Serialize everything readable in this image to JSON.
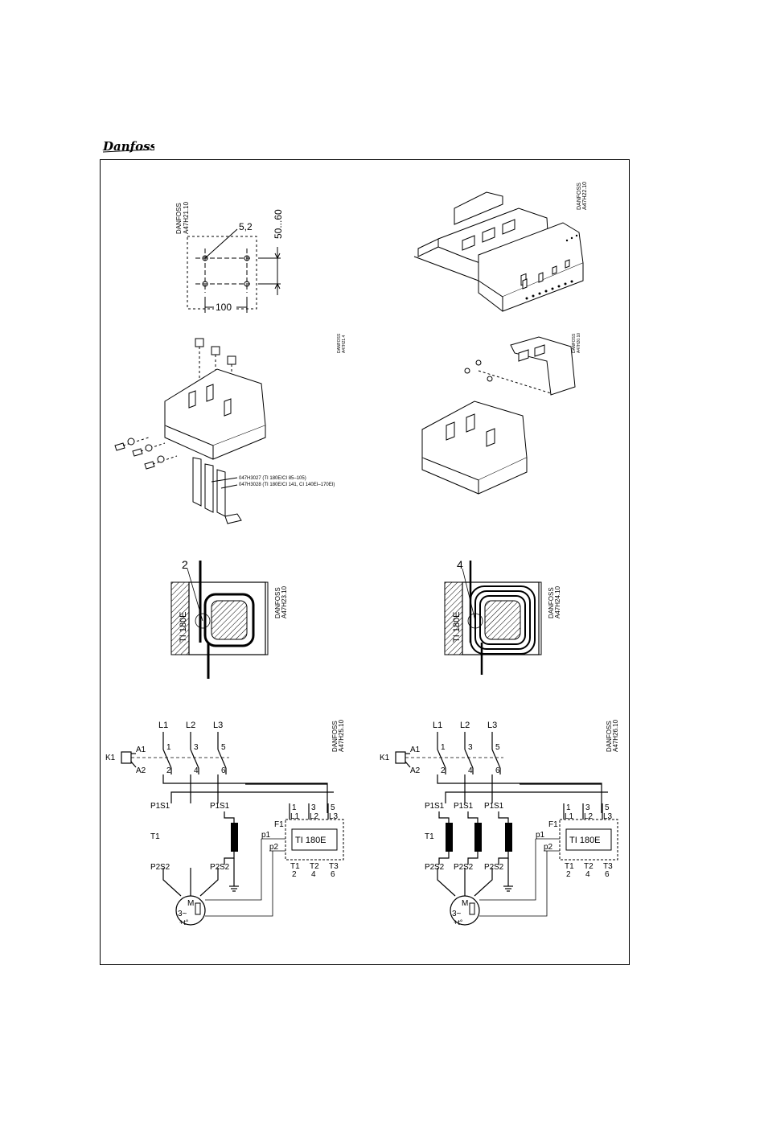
{
  "logo": {
    "text": "Danfoss"
  },
  "fig1": {
    "code": [
      "DANFOSS",
      "A47H21.10"
    ],
    "hole": "5,2",
    "vertical_spacing": "50...60",
    "horizontal_spacing": "100"
  },
  "fig2": {
    "code": [
      "DANFOSS",
      "A47H22.10"
    ]
  },
  "fig3": {
    "code": [
      "DANFOSS",
      "A47H21.4"
    ],
    "part_a": "047H3027 (TI 180E/CI 85–105)",
    "part_b": "047H3028 (TI 180E/CI 141, CI 140EI–170EI)"
  },
  "fig4": {
    "code": [
      "DANFOSS",
      "A47H20.10"
    ]
  },
  "fig5": {
    "turns": "2",
    "device": "TI 180E",
    "code": [
      "DANFOSS",
      "A47H23.10"
    ]
  },
  "fig6": {
    "turns": "4",
    "device": "TI 180E",
    "code": [
      "DANFOSS",
      "A47H24.10"
    ]
  },
  "fig7": {
    "code": [
      "DANFOSS",
      "A47H25.10"
    ]
  },
  "fig8": {
    "code": [
      "DANFOSS",
      "A47H26.10"
    ]
  },
  "schematic": {
    "lines": [
      "L1",
      "L2",
      "L3"
    ],
    "top_terms": [
      "1",
      "3",
      "5"
    ],
    "bottom_terms": [
      "2",
      "4",
      "6"
    ],
    "contactor": "K1",
    "coil_a1": "A1",
    "coil_a2": "A2",
    "p1": "P1",
    "s1": "S1",
    "p2": "P2",
    "s2": "S2",
    "transformer": "T1",
    "relay": "TI 180E",
    "relay_f1": "F1",
    "relay_in": [
      [
        "1",
        "L1"
      ],
      [
        "3",
        "L2"
      ],
      [
        "5",
        "L3"
      ]
    ],
    "relay_out": [
      [
        "T1",
        "2"
      ],
      [
        "T2",
        "4"
      ],
      [
        "T3",
        "6"
      ]
    ],
    "probe_p1": "p1",
    "probe_p2": "p2",
    "motor": "M",
    "motor_phase": "3~",
    "motor_temp": "+t°"
  }
}
